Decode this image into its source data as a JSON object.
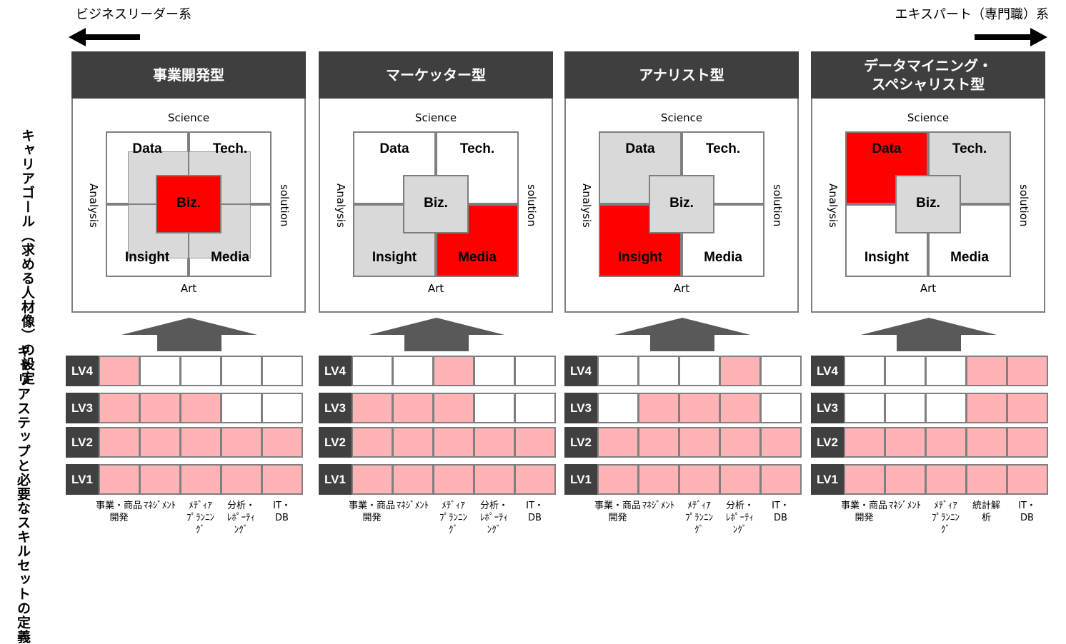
{
  "header": {
    "left_label": "ビジネスリーダー系",
    "right_label": "エキスパート（専門職）系"
  },
  "side_labels": {
    "career_goal": "キャリアゴール（求める人材像）の設定",
    "career_step": "キャリアステップと必要なスキルセットの定義"
  },
  "quadrant": {
    "top_axis": "Science",
    "bottom_axis": "Art",
    "left_axis": "Analysis",
    "right_axis": "solution",
    "labels": {
      "data": "Data",
      "tech": "Tech.",
      "biz": "Biz.",
      "insight": "Insight",
      "media": "Media"
    }
  },
  "colors": {
    "highlight": "#ff0000",
    "secondary": "#d9d9d9",
    "skill_fill": "#ffb3b5",
    "header_bg": "#3f3f3f"
  },
  "types": [
    {
      "title": "事業開発型",
      "highlight": "biz",
      "secondary": [
        "center"
      ],
      "levels": [
        {
          "label": "LV4",
          "filled": [
            1,
            0,
            0,
            0,
            0
          ]
        },
        {
          "label": "LV3",
          "filled": [
            1,
            1,
            1,
            0,
            0
          ]
        },
        {
          "label": "LV2",
          "filled": [
            1,
            1,
            1,
            1,
            1
          ]
        },
        {
          "label": "LV1",
          "filled": [
            1,
            1,
            1,
            1,
            1
          ]
        }
      ],
      "categories": [
        "事業・商品\n開発",
        "ﾏﾈｼﾞﾒﾝﾄ",
        "ﾒﾃﾞｨｱ\nﾌﾟﾗﾝﾆﾝ\nｸﾞ",
        "分析・\nﾚﾎﾟｰﾃｨ\nﾝｸﾞ",
        "IT・\nDB"
      ]
    },
    {
      "title": "マーケッター型",
      "highlight": "media",
      "secondary": [
        "insight"
      ],
      "levels": [
        {
          "label": "LV4",
          "filled": [
            0,
            0,
            1,
            0,
            0
          ]
        },
        {
          "label": "LV3",
          "filled": [
            1,
            1,
            1,
            0,
            0
          ]
        },
        {
          "label": "LV2",
          "filled": [
            1,
            1,
            1,
            1,
            1
          ]
        },
        {
          "label": "LV1",
          "filled": [
            1,
            1,
            1,
            1,
            1
          ]
        }
      ],
      "categories": [
        "事業・商品\n開発",
        "ﾏﾈｼﾞﾒﾝﾄ",
        "ﾒﾃﾞｨｱ\nﾌﾟﾗﾝﾆﾝ\nｸﾞ",
        "分析・\nﾚﾎﾟｰﾃｨ\nﾝｸﾞ",
        "IT・\nDB"
      ]
    },
    {
      "title": "アナリスト型",
      "highlight": "insight",
      "secondary": [
        "data"
      ],
      "levels": [
        {
          "label": "LV4",
          "filled": [
            0,
            0,
            0,
            1,
            0
          ]
        },
        {
          "label": "LV3",
          "filled": [
            0,
            1,
            1,
            1,
            0
          ]
        },
        {
          "label": "LV2",
          "filled": [
            1,
            1,
            1,
            1,
            1
          ]
        },
        {
          "label": "LV1",
          "filled": [
            1,
            1,
            1,
            1,
            1
          ]
        }
      ],
      "categories": [
        "事業・商品\n開発",
        "ﾏﾈｼﾞﾒﾝﾄ",
        "ﾒﾃﾞｨｱ\nﾌﾟﾗﾝﾆﾝ\nｸﾞ",
        "分析・\nﾚﾎﾟｰﾃｨ\nﾝｸﾞ",
        "IT・\nDB"
      ]
    },
    {
      "title": "データマイニング・\nスペシャリスト型",
      "highlight": "data",
      "secondary": [
        "tech"
      ],
      "levels": [
        {
          "label": "LV4",
          "filled": [
            0,
            0,
            0,
            1,
            1
          ]
        },
        {
          "label": "LV3",
          "filled": [
            0,
            0,
            0,
            1,
            1
          ]
        },
        {
          "label": "LV2",
          "filled": [
            1,
            1,
            1,
            1,
            1
          ]
        },
        {
          "label": "LV1",
          "filled": [
            1,
            1,
            1,
            1,
            1
          ]
        }
      ],
      "categories": [
        "事業・商品\n開発",
        "ﾏﾈｼﾞﾒﾝﾄ",
        "ﾒﾃﾞｨｱ\nﾌﾟﾗﾝﾆﾝ\nｸﾞ",
        "統計解\n析",
        "IT・\nDB"
      ]
    }
  ]
}
